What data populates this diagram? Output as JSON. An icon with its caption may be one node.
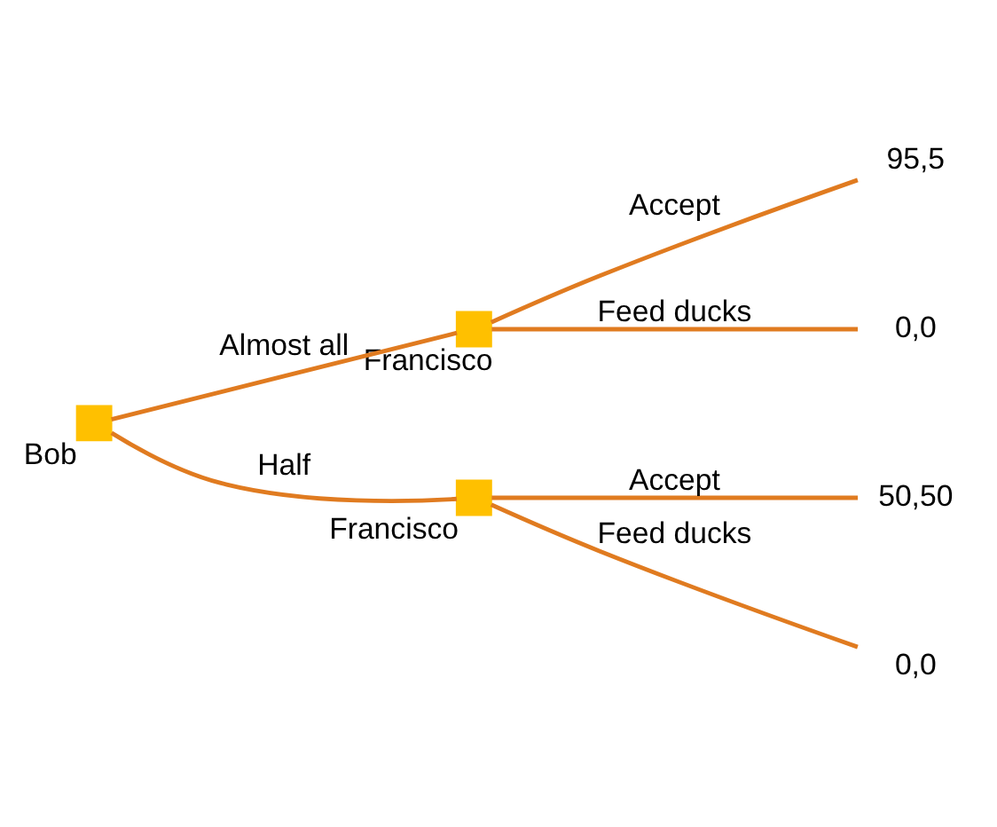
{
  "diagram": {
    "nodes": [
      {
        "text": [
          "Bob"
        ]
      },
      {
        "text": [
          "Francisco"
        ]
      },
      {
        "text": [
          "95,5"
        ]
      },
      {
        "text": [
          "0,0"
        ]
      },
      {
        "text": [
          "Francisco"
        ]
      },
      {
        "text": [
          "50,50"
        ]
      },
      {
        "text": [
          "0,0"
        ]
      }
    ],
    "edges": [
      {
        "from": 0,
        "to": 1,
        "arrow": "none",
        "label": "Almost all"
      },
      {
        "from": 0,
        "to": 4,
        "arrow": "none",
        "label": "Half"
      },
      {
        "from": 1,
        "to": 2,
        "arrow": "none",
        "label": "Accept"
      },
      {
        "from": 1,
        "to": 3,
        "arrow": "none",
        "label": "Feed ducks"
      },
      {
        "from": 4,
        "to": 5,
        "arrow": "none",
        "label": "Accept"
      },
      {
        "from": 4,
        "to": 6,
        "arrow": "none",
        "label": "Feed ducks"
      }
    ]
  }
}
